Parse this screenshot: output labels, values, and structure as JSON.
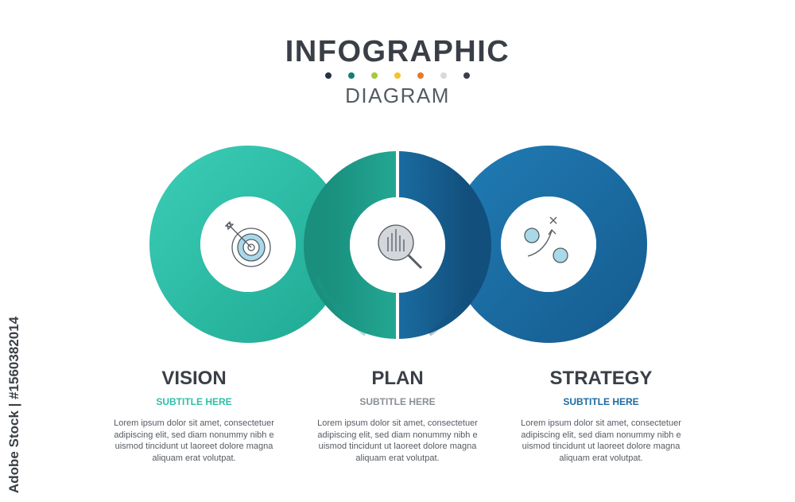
{
  "header": {
    "title": "INFOGRAPHIC",
    "subtitle": "DIAGRAM",
    "dot_colors": [
      "#233447",
      "#167e72",
      "#a6c83a",
      "#f4c430",
      "#e6792a",
      "#d9d9d9",
      "#3a3f47"
    ]
  },
  "colors": {
    "teal": "#2dbfa8",
    "teal_dark": "#1e9e8b",
    "blue": "#1c6ba0",
    "blue_dark": "#155a8a",
    "text_dark": "#3a3f47",
    "text_gray": "#555b63",
    "subtitle_gray": "#8a8f96"
  },
  "sections": [
    {
      "icon": "target-arrow-icon",
      "title": "VISION",
      "subtitle": "SUBTITLE HERE",
      "subtitle_color": "#2dbfa8",
      "body": [
        "Lorem ipsum dolor sit amet, consectetuer",
        "adipiscing elit, sed diam nonummy nibh e",
        "uismod tincidunt ut laoreet dolore magna",
        "aliquam erat volutpat."
      ]
    },
    {
      "icon": "magnifier-chart-icon",
      "title": "PLAN",
      "subtitle": "SUBTITLE HERE",
      "subtitle_color": "#8a8f96",
      "body": [
        "Lorem ipsum dolor sit amet, consectetuer",
        "adipiscing elit, sed diam nonummy nibh e",
        "uismod tincidunt ut laoreet dolore magna",
        "aliquam erat volutpat."
      ]
    },
    {
      "icon": "strategy-play-icon",
      "title": "STRATEGY",
      "subtitle": "SUBTITLE HERE",
      "subtitle_color": "#1c6ba0",
      "body": [
        "Lorem ipsum dolor sit amet, consectetuer",
        "adipiscing elit, sed diam nonummy nibh e",
        "uismod tincidunt ut laoreet dolore magna",
        "aliquam erat volutpat."
      ]
    }
  ],
  "watermark": "Adobe Stock | #1560382014"
}
